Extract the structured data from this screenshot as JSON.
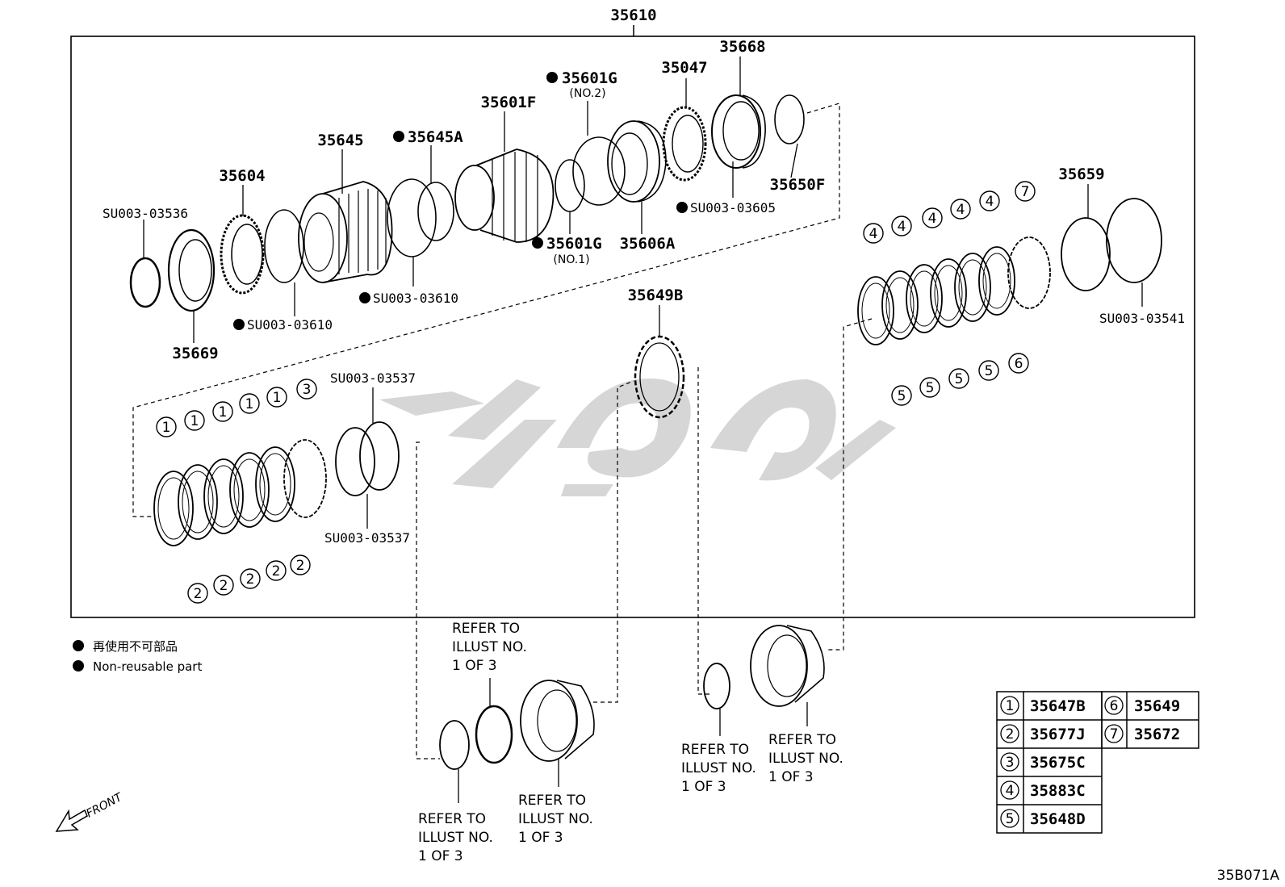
{
  "assembly": {
    "number": "35610"
  },
  "parts": {
    "p35668": "35668",
    "p35047": "35047",
    "p35601G_top": "35601G",
    "p35601G_top_sub": "(NO.2)",
    "p35601F": "35601F",
    "p35645A": "35645A",
    "p35645": "35645",
    "p35604": "35604",
    "p35650F": "35650F",
    "pSU03605": "SU003-03605",
    "p35601G_bot": "35601G",
    "p35601G_bot_sub": "(NO.1)",
    "p35606A": "35606A",
    "pSU03610_a": "SU003-03610",
    "pSU03610_b": "SU003-03610",
    "pSU03536": "SU003-03536",
    "p35669": "35669",
    "p35649B": "35649B",
    "p35659": "35659",
    "pSU03541": "SU003-03541",
    "pSU03537_top": "SU003-03537",
    "pSU03537_bot": "SU003-03537"
  },
  "refer": {
    "r1": [
      "REFER TO",
      "ILLUST NO.",
      "1 OF 3"
    ],
    "r2": [
      "REFER TO",
      "ILLUST NO.",
      "1 OF 3"
    ],
    "r3": [
      "REFER TO",
      "ILLUST NO.",
      "1 OF 3"
    ],
    "r4": [
      "REFER TO",
      "ILLUST NO.",
      "1 OF 3"
    ],
    "r5": [
      "REFER TO",
      "ILLUST NO.",
      "1 OF 3"
    ]
  },
  "legend": {
    "jp": "再使用不可部品",
    "en": "Non-reusable part"
  },
  "front_label": "FRONT",
  "diagram_code": "35B071A",
  "callouts": {
    "c1": "1",
    "c2": "2",
    "c3": "3",
    "c4": "4",
    "c5": "5",
    "c6": "6",
    "c7": "7"
  },
  "key_table": [
    {
      "n": "1",
      "part": "35647B"
    },
    {
      "n": "2",
      "part": "35677J"
    },
    {
      "n": "3",
      "part": "35675C"
    },
    {
      "n": "4",
      "part": "35883C"
    },
    {
      "n": "5",
      "part": "35648D"
    },
    {
      "n": "6",
      "part": "35649"
    },
    {
      "n": "7",
      "part": "35672"
    }
  ]
}
